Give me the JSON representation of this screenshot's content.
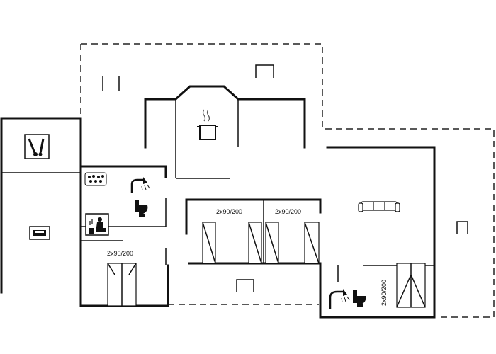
{
  "floorplan": {
    "bed_labels": [
      "2x90/200",
      "2x90/200",
      "2x90/200",
      "2x90/200"
    ]
  },
  "icons": [
    "utility-room-icon",
    "carport-icon",
    "kitchen-icon",
    "whirlpool-icon",
    "shower-icon",
    "toilet-icon",
    "sauna-icon",
    "sofa-icon"
  ]
}
